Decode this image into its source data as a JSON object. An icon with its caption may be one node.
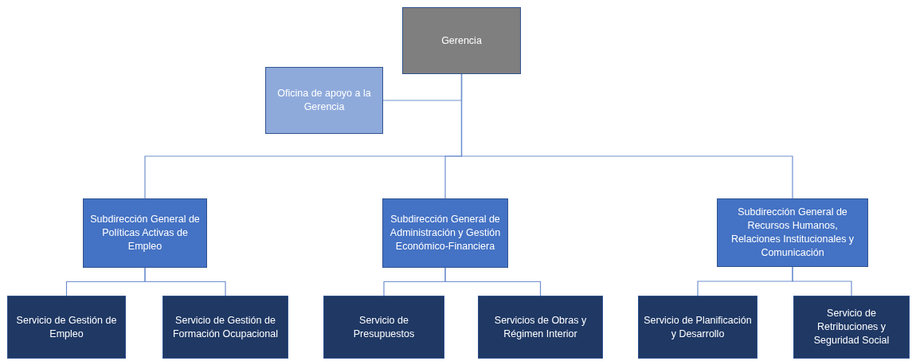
{
  "diagram": {
    "nodes": [
      {
        "text": [
          "Gerencia"
        ]
      },
      {
        "text": [
          "Oficina de apoyo a la Gerencia"
        ]
      },
      {
        "text": [
          "Subdirección General de Políticas Activas de Empleo"
        ]
      },
      {
        "text": [
          "Subdirección General de Administración y Gestión Económico-Financiera"
        ]
      },
      {
        "text": [
          "Subdirección General de Recursos Humanos, Relaciones Institucionales y Comunicación"
        ]
      },
      {
        "text": [
          "Servicio de Gestión de Empleo"
        ]
      },
      {
        "text": [
          "Servicio de Gestión de Formación Ocupacional"
        ]
      },
      {
        "text": [
          "Servicio de Presupuestos"
        ]
      },
      {
        "text": [
          "Servicios de Obras y Régimen Interior"
        ]
      },
      {
        "text": [
          "Servicio de Planificación y Desarrollo"
        ]
      },
      {
        "text": [
          "Servicio de Retribuciones y Seguridad Social"
        ]
      }
    ],
    "edges": [
      {
        "from": 0,
        "to": 1,
        "arrow": "none"
      },
      {
        "from": 0,
        "to": 2,
        "arrow": "none"
      },
      {
        "from": 0,
        "to": 3,
        "arrow": "none"
      },
      {
        "from": 0,
        "to": 4,
        "arrow": "none"
      },
      {
        "from": 2,
        "to": 5,
        "arrow": "none"
      },
      {
        "from": 2,
        "to": 6,
        "arrow": "none"
      },
      {
        "from": 3,
        "to": 7,
        "arrow": "none"
      },
      {
        "from": 3,
        "to": 8,
        "arrow": "none"
      },
      {
        "from": 4,
        "to": 9,
        "arrow": "none"
      },
      {
        "from": 4,
        "to": 10,
        "arrow": "none"
      }
    ]
  }
}
